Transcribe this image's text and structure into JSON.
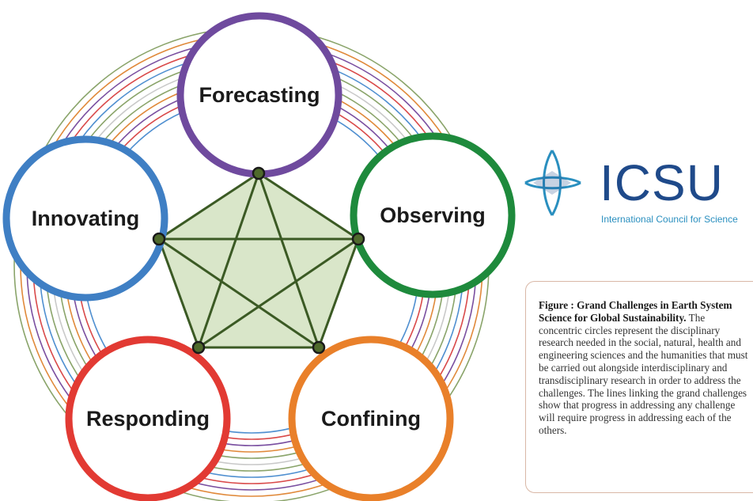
{
  "diagram": {
    "nodes": [
      {
        "id": "forecasting",
        "label": "Forecasting",
        "color": "#6f4a9e"
      },
      {
        "id": "observing",
        "label": "Observing",
        "color": "#1e8a3c"
      },
      {
        "id": "confining",
        "label": "Confining",
        "color": "#e9802a"
      },
      {
        "id": "responding",
        "label": "Responding",
        "color": "#e23a33"
      },
      {
        "id": "innovating",
        "label": "Innovating",
        "color": "#3f7fc4"
      }
    ],
    "concentric_ring_colors": [
      "#8aa46a",
      "#e0893a",
      "#7a4fa0",
      "#d94a4a",
      "#4f8fd0",
      "#8aa46a",
      "#c9c9c9"
    ],
    "pentagon_fill": "#d9e6c9",
    "pentagon_stroke": "#3b5a24"
  },
  "logo": {
    "name": "ICSU",
    "subtitle": "International Council for Science",
    "color": "#1f4a8a"
  },
  "caption": {
    "title": "Figure   : Grand Challenges in Earth System Science for Global Sustainability.",
    "body": "The concentric circles represent the disciplinary research needed in the social, natural, health and engineering sciences and the humanities that must be carried out alongside interdisciplinary and transdisciplinary research in order to address the challenges. The lines linking the grand challenges show that progress in addressing any challenge will require progress in addressing each of the others."
  }
}
